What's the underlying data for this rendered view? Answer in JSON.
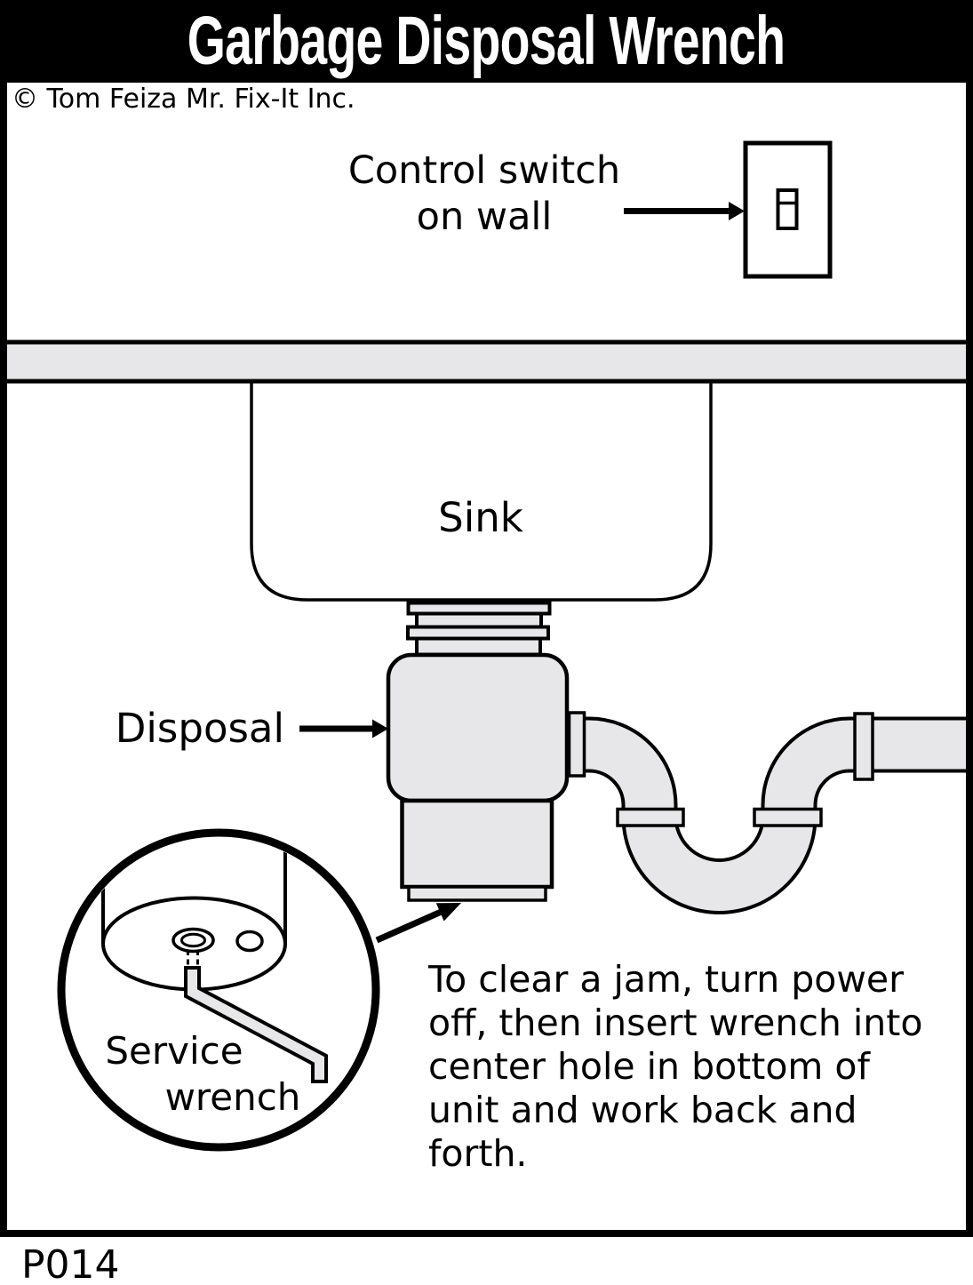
{
  "header": {
    "title": "Garbage Disposal Wrench"
  },
  "copyright": "© Tom Feiza Mr. Fix-It Inc.",
  "diagram": {
    "control_switch_label": "Control switch\non wall",
    "sink_label": "Sink",
    "disposal_label": "Disposal",
    "service_wrench_label_line1": "Service",
    "service_wrench_label_line2": "wrench",
    "instructions": "To clear a jam, turn power\noff, then insert wrench into\ncenter hole in bottom of\nunit and work back and\nforth.",
    "figure_code": "P014"
  },
  "colors": {
    "ink": "#000000",
    "fill_gray": "#e7e7e9",
    "paper": "#ffffff"
  }
}
